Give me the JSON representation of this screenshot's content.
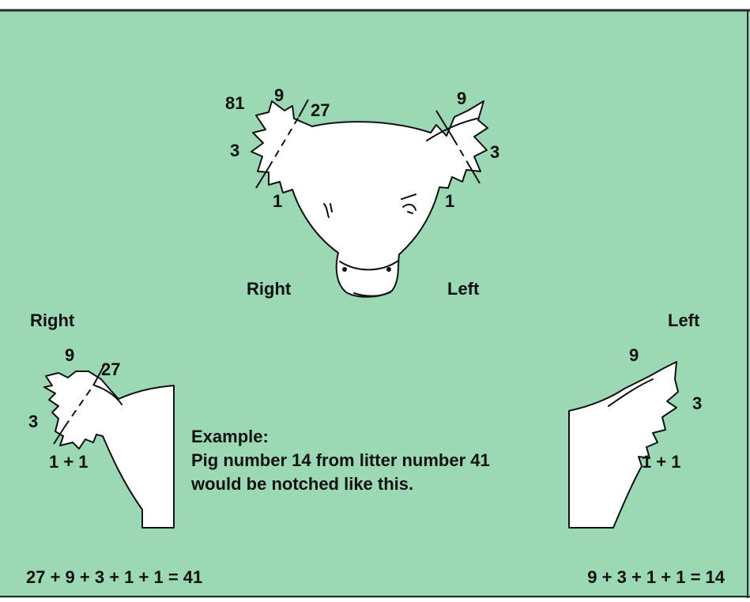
{
  "colors": {
    "background": "#9ad9b4",
    "frame": "#2b2b2b",
    "figure": "#ffffff"
  },
  "head": {
    "notch_right_81": "81",
    "notch_right_9": "9",
    "notch_right_27": "27",
    "notch_right_3": "3",
    "notch_right_1": "1",
    "notch_left_9": "9",
    "notch_left_3": "3",
    "notch_left_1": "1",
    "label_right": "Right",
    "label_left": "Left"
  },
  "right_ear": {
    "title": "Right",
    "n9": "9",
    "n27": "27",
    "n3": "3",
    "n1": "1 + 1",
    "equation": "27 + 9 + 3 + 1 + 1 = 41"
  },
  "left_ear": {
    "title": "Left",
    "n9": "9",
    "n3": "3",
    "n1": "1 + 1",
    "equation": "9 + 3 + 1 + 1 = 14"
  },
  "example": {
    "line1": "Example:",
    "line2": "Pig number 14 from litter number 41",
    "line3": "would be notched like this."
  }
}
